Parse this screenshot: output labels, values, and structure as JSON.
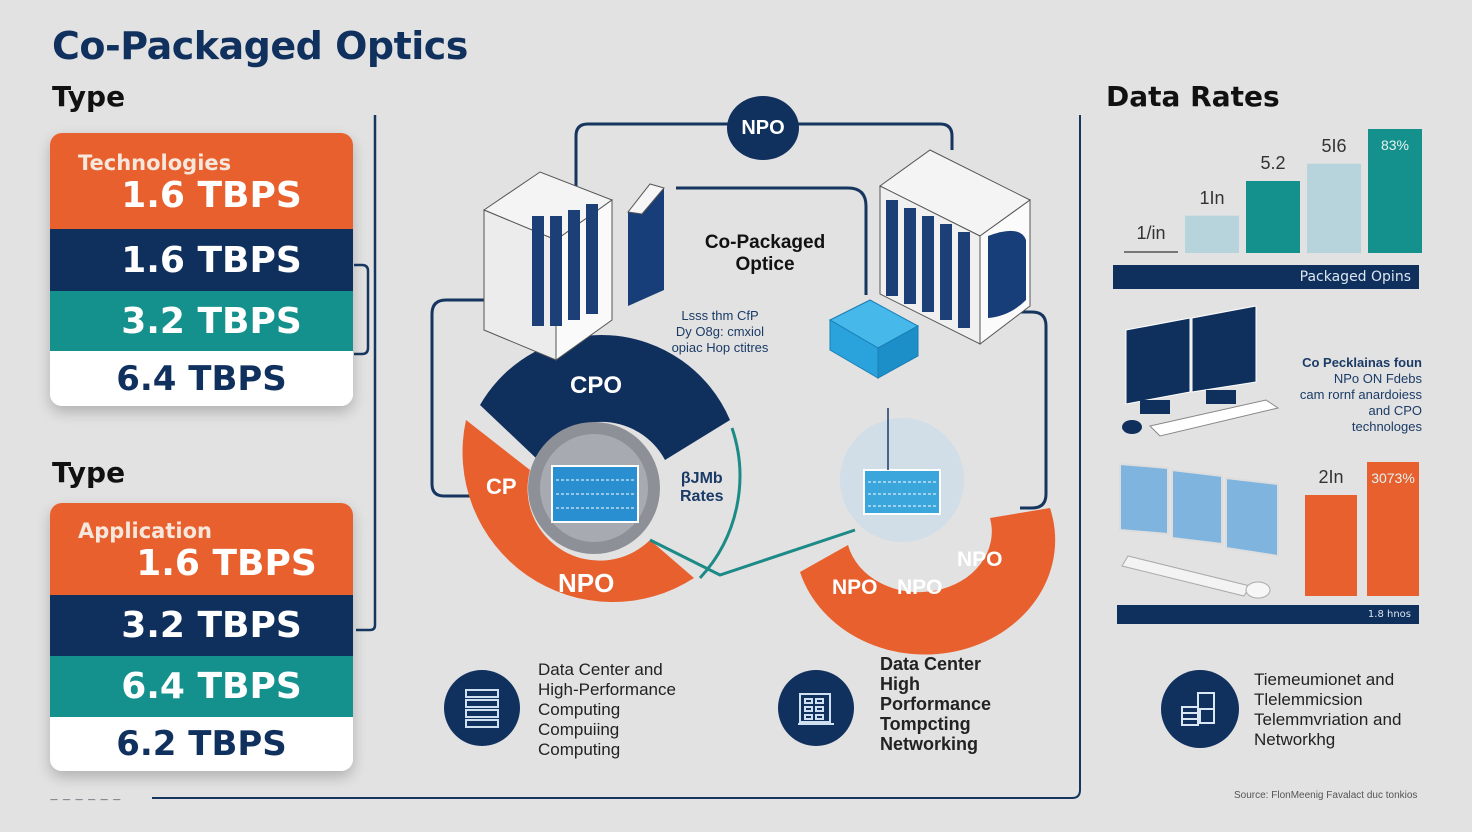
{
  "title": "Co-Packaged Optics",
  "left": {
    "section1": {
      "heading": "Type",
      "card_label": "Technologies",
      "rows": [
        {
          "value": "1.6 TBPS",
          "color": "#e8602e"
        },
        {
          "value": "1.6 TBPS",
          "color": "#0f2f5c"
        },
        {
          "value": "3.2 TBPS",
          "color": "#14918d"
        },
        {
          "value": "6.4 TBPS",
          "color": "#ffffff"
        }
      ]
    },
    "section2": {
      "heading": "Type",
      "card_label": "Application",
      "rows": [
        {
          "value": "1.6 TBPS",
          "color": "#e8602e"
        },
        {
          "value": "3.2 TBPS",
          "color": "#0f2f5c"
        },
        {
          "value": "6.4 TBPS",
          "color": "#14918d"
        },
        {
          "value": "6.2 TBPS",
          "color": "#ffffff"
        }
      ]
    }
  },
  "center": {
    "npo_badge": "NPO",
    "center_title_line1": "Co-Packaged",
    "center_title_line2": "Optice",
    "small_note": [
      "Lsss thm CfP",
      "Dy O8g: cmxiol",
      "opiac Hop ctitres"
    ],
    "ring_left": {
      "top": "CPO",
      "left": "CP",
      "bottom": "NPO",
      "side_line1": "βJMb",
      "side_line2": "Rates"
    },
    "ring_right": {
      "labels": [
        "NPO",
        "NPO",
        "NPO"
      ]
    },
    "bottom_items": [
      {
        "icon": "server-rack-icon",
        "lines": [
          "Data Center and",
          "High-Performance",
          "Computing",
          "Compuiing",
          "Computing"
        ]
      },
      {
        "icon": "data-center-icon",
        "lines": [
          "Data Center",
          "High",
          "Porformance",
          "Tompcting",
          "Networking"
        ]
      }
    ]
  },
  "right": {
    "heading": "Data Rates",
    "chart1": {
      "axis_label": "Packaged Opins",
      "bars": [
        {
          "label": "1/in",
          "value": 0,
          "color": "#b7d4dd"
        },
        {
          "label": "1In",
          "value": 1,
          "color": "#b7d4dd"
        },
        {
          "label": "5.2",
          "value": 3,
          "color": "#14918d"
        },
        {
          "label": "5I6",
          "value": 4,
          "color": "#b7d4dd"
        },
        {
          "label": "83%",
          "value": 6,
          "color": "#14918d"
        }
      ]
    },
    "desc_text": [
      "Co Pecklainas foun",
      "NPo ON Fdebs",
      "cam rornf anardoiess",
      "and CPO technologes"
    ],
    "chart2": {
      "axis_label": "1.8 hnos",
      "bars": [
        {
          "label": "2In",
          "value": 2,
          "color": "#e8602e"
        },
        {
          "label": "3073%",
          "value": 4,
          "color": "#e8602e"
        }
      ]
    },
    "bottom_item": {
      "icon": "telecom-equipment-icon",
      "lines": [
        "Tiemeumionet and",
        "Tlelemmicsion",
        "Telemmvriation and",
        "Networkhg"
      ]
    },
    "source": "Source: FlonMeenig Favalact duc tonkios"
  },
  "footer_left": "— — — — — —"
}
